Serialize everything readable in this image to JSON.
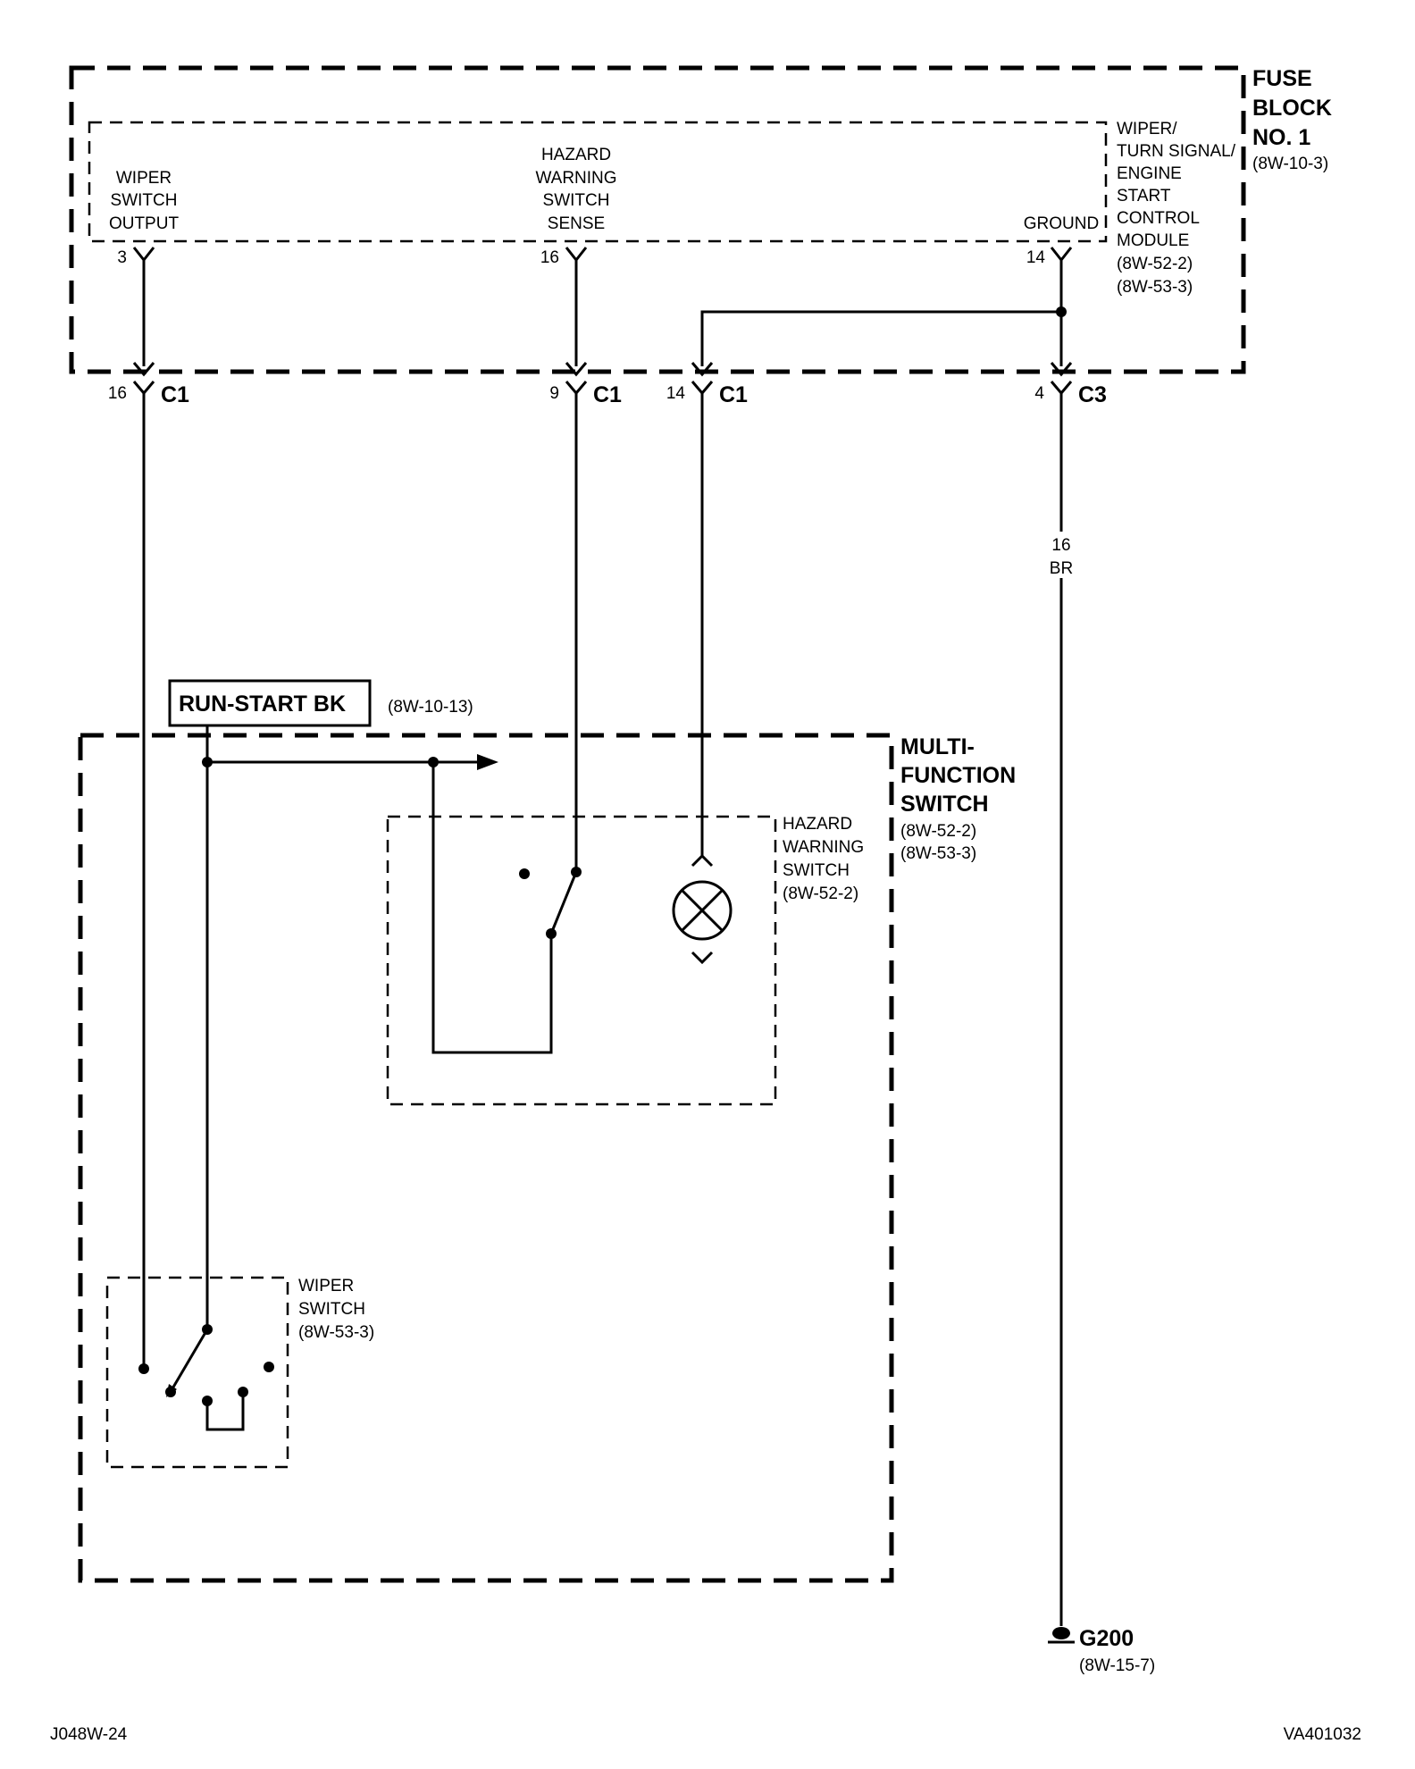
{
  "fuse_block": {
    "title_lines": [
      "FUSE",
      "BLOCK",
      "NO. 1"
    ],
    "ref": "(8W-10-3)"
  },
  "module": {
    "lines": [
      "WIPER/",
      "TURN SIGNAL/",
      "ENGINE",
      "START",
      "CONTROL",
      "MODULE",
      "(8W-52-2)",
      "(8W-53-3)"
    ]
  },
  "internal_terminals": {
    "wiper_output": {
      "lines": [
        "WIPER",
        "SWITCH",
        "OUTPUT"
      ],
      "pin": "3"
    },
    "hazard_sense": {
      "lines": [
        "HAZARD",
        "WARNING",
        "SWITCH",
        "SENSE"
      ],
      "pin": "16"
    },
    "ground": {
      "lines": [
        "GROUND"
      ],
      "pin": "14"
    }
  },
  "connectors": [
    {
      "pin": "16",
      "conn": "C1"
    },
    {
      "pin": "9",
      "conn": "C1"
    },
    {
      "pin": "14",
      "conn": "C1"
    },
    {
      "pin": "4",
      "conn": "C3"
    }
  ],
  "ground_wire": {
    "gauge": "16",
    "color": "BR"
  },
  "run_start": {
    "label": "RUN-START BK",
    "ref": "(8W-10-13)"
  },
  "multifunction_switch": {
    "lines": [
      "MULTI-",
      "FUNCTION",
      "SWITCH"
    ],
    "refs": [
      "(8W-52-2)",
      "(8W-53-3)"
    ]
  },
  "hazard_switch": {
    "lines": [
      "HAZARD",
      "WARNING",
      "SWITCH",
      "(8W-52-2)"
    ]
  },
  "wiper_switch": {
    "lines": [
      "WIPER",
      "SWITCH",
      "(8W-53-3)"
    ]
  },
  "ground_point": {
    "label": "G200",
    "ref": "(8W-15-7)"
  },
  "footer": {
    "left": "J048W-24",
    "right": "VA401032"
  }
}
